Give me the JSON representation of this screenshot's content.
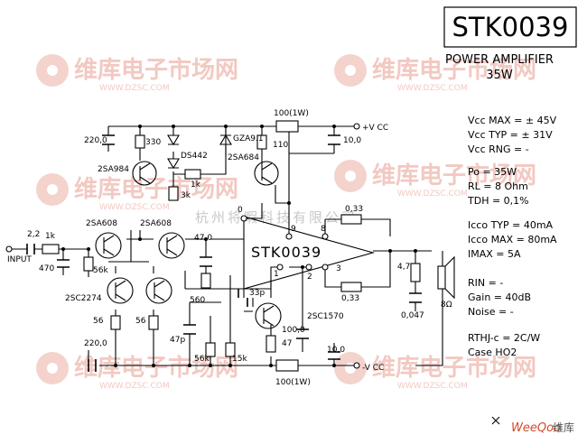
{
  "title": "STK0039",
  "subtitle": "POWER AMPLIFIER",
  "power": "35W",
  "chip_label": "STK0039",
  "specs": {
    "vcc_max": "Vcc MAX = ± 45V",
    "vcc_typ": "Vcc TYP = ± 31V",
    "vcc_rng": "Vcc RNG = -",
    "po": "Po = 35W",
    "rl": "RL = 8 Ohm",
    "tdh": "TDH = 0,1%",
    "icco_typ": "Icco TYP = 40mA",
    "icco_max": "Icco MAX = 80mA",
    "imax": "IMAX = 5A",
    "rin": "RIN = -",
    "gain": "Gain = 40dB",
    "noise": "Noise = -",
    "rthj": "RTHJ-c = 2C/W",
    "case": "Case HO2"
  },
  "labels": {
    "c220_top": "220,0",
    "r330": "330",
    "q2sa984": "2SA984",
    "ds442": "DS442",
    "r1k_mid": "1k",
    "r3k": "3k",
    "gza91": "GZA9.1",
    "q2sa684": "2SA684",
    "r110": "110",
    "r100_1w_top": "100(1W)",
    "vcc_pos": "+V CC",
    "c10_top": "10,0",
    "pin9": "9",
    "pin0": "0",
    "pin8": "8",
    "pin1": "1",
    "pin2": "2",
    "pin3": "3",
    "r033_top": "0,33",
    "r033_bot": "0,33",
    "c22": "2,2",
    "r1k_in": "1k",
    "input": "INPUT",
    "c470": "470",
    "q2sa608_a": "2SA608",
    "q2sa608_b": "2SA608",
    "r56k": "56k",
    "c47_0": "47,0",
    "q2sc2274": "2SC2274",
    "r560": "560",
    "c33p": "33p",
    "r56_a": "56",
    "r56_b": "56",
    "c47p": "47p",
    "c100_0": "100,0",
    "q2sc1570": "2SC1570",
    "r47": "47",
    "c220_bot": "220,0",
    "r56k_bot": "56k",
    "r15k": "15k",
    "c10_bot": "10,0",
    "vcc_neg": "-V CC",
    "r100_1w_bot": "100(1W)",
    "r4_7": "4,7",
    "c0047": "0,047",
    "speaker": "8Ω"
  },
  "watermark": {
    "brand": "维库电子市场网",
    "url": "WWW.DZSC.COM",
    "company": "杭州将睱科技有限公司"
  },
  "logo": {
    "text": "WeeQoo",
    "cn": "维库"
  }
}
